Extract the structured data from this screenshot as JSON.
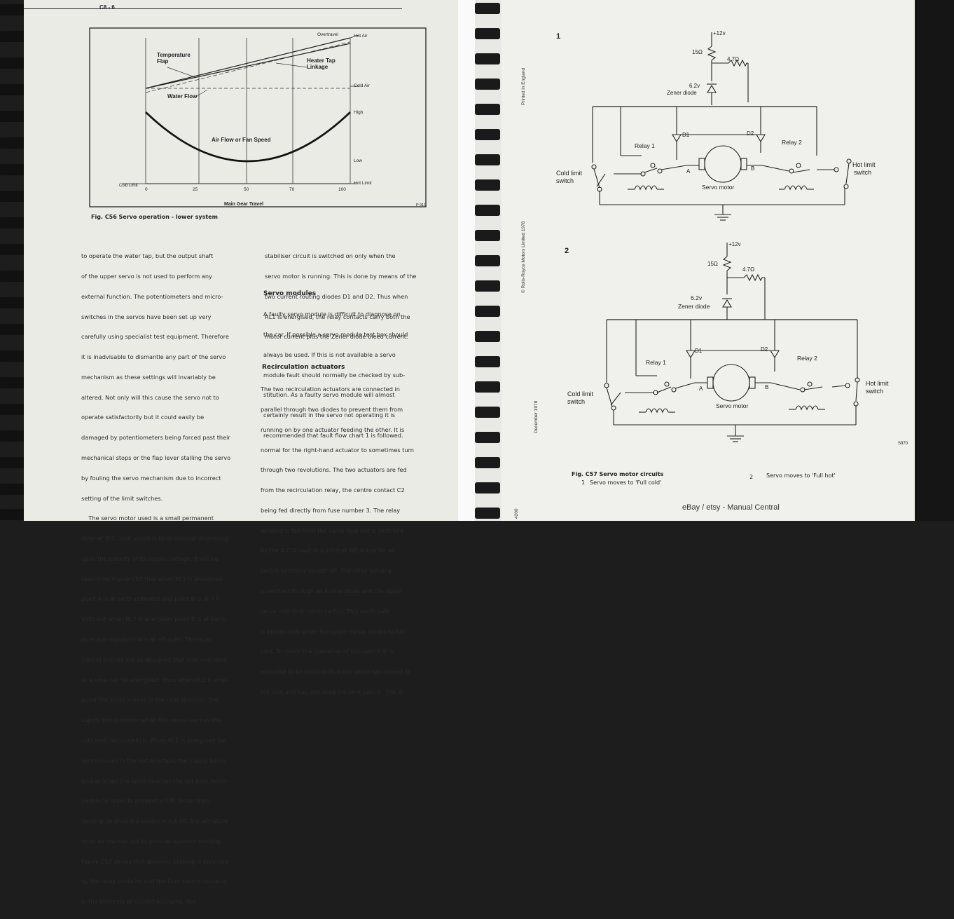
{
  "left_page": {
    "header": "C8 - 6",
    "figure": {
      "top_right_labels": [
        "Overtravel",
        "Hot Air",
        "Cold Air",
        "High",
        "Low",
        "Hot Limit"
      ],
      "left_label": "Cold Limit",
      "curve_labels": [
        "Temperature Flap",
        "Heater Tap Linkage",
        "Water Flow",
        "Air Flow or Fan Speed"
      ],
      "x_ticks": [
        "0",
        "25",
        "50",
        "70",
        "100"
      ],
      "x_label": "Main Gear Travel",
      "code": "P 911",
      "caption": "Fig. C56 Servo operation - lower system"
    },
    "col1": [
      "to operate the water tap, but the output shaft",
      "of the upper servo is not used to perform any",
      "external function. The potentiometers and micro-",
      "switches in the servos have been set up very",
      "carefully using specialist test equipment. Therefore",
      "it is inadvisable to dismantle any part of the servo",
      "mechanism as these settings will invariably be",
      "altered. Not only will this cause the servo not to",
      "operate satisfactorily but it could easily be",
      "damaged by potentiometers being forced past their",
      "mechanical stops or the flap lever stalling the servo",
      "by fouling the servo mechanism due to incorrect",
      "setting of the limit switches.",
      "    The servo motor used is a small permanent",
      "magnet D.C. unit, which is bi-directional depending",
      "upon the polarity of its supply voltage. It will be",
      "seen from Figure C57 that when RL1 is energised",
      "point A is at earth potential and point B is at +7",
      "volts but when RL2 is energised point B is at earth",
      "potential and point A is at +7 volts. The relay",
      "control circuits are so designed that only one relay",
      "at a time can be energised. Thus when RL1 is ener-",
      "gised the servo moves in the cold direction, the",
      "supply being broken when the servo reaches the",
      "cold limit micro-switch. When RL2 is energised the",
      "servo moves in the hot direction, the supply being",
      "broken when the servo reaches the hot limit micro-",
      "switch. In order to prevent a P.M. motor from",
      "running on once the supply is cut off, the armature",
      "must be shorted out to provide dynamic braking.",
      "Figure C57 shows that dynamic braking is provided",
      "by the relay contacts and the limit switch contacts.",
      "In the interests of current economy, the"
    ],
    "col2_top": [
      "stabiliser circuit is switched on only when the",
      "servo motor is running. This is done by means of the",
      "two current routing diodes D1 and D2. Thus when",
      "RL1 is energised, the relay contacts carry both the",
      "motor current plus the Zener diode bleed current."
    ],
    "heading_servo_modules": "Servo modules",
    "col2_mid": [
      "A faulty servo module is difficult to diagnose on",
      "the car. If possible a servo module test box should",
      "always be used. If this is not available a servo",
      "module fault should normally be checked by sub-",
      "stitution. As a faulty servo module will almost",
      "certainly result in the servo not operating it is",
      "recommended that fault flow chart 1 is followed."
    ],
    "heading_recirc": "Recirculation actuators",
    "col2_bottom": [
      "The two recirculation actuators are connected in",
      "parallel through two diodes to prevent them from",
      "running on by one actuator feeding the other. It is",
      "normal for the right-hand actuator to sometimes turn",
      "through two revolutions. The two actuators are fed",
      "from the recirculation relay, the centre contact C2",
      "being fed directly from fuse number 3. The relay",
      "winding is fed from the same fuse but is switched",
      "by the A.C.U. switch such that W2 is live for all",
      "switch positions except off. The relay winding",
      "is earthed through an in-line diode and the upper",
      "servo cold limit micro-switch. This earth path",
      "is broken only when the upper servo moves to full",
      "cold. To check the operation of this switch it is",
      "essential to be positive that the servo has moved to",
      "full cold and has operated the limit switch. This is"
    ]
  },
  "right_page": {
    "margin_texts": [
      "Printed in England",
      "© Rolls-Royce Motors Limited 1978",
      "December 1978",
      "4200"
    ],
    "circuit1": {
      "number": "1",
      "supply": "+12v",
      "resistor1": "15Ω",
      "resistor2": "4.7Ω",
      "zener": [
        "6.2v",
        "Zener diode"
      ],
      "d1": "D1",
      "d2": "D2",
      "relay1": "Relay 1",
      "relay2": "Relay 2",
      "cold_switch": [
        "Cold limit",
        "switch"
      ],
      "hot_switch": [
        "Hot limit",
        "switch"
      ],
      "point_a": "A",
      "point_b": "B",
      "motor": "Servo motor"
    },
    "circuit2": {
      "number": "2",
      "supply": "+12v",
      "resistor1": "15Ω",
      "resistor2": "4.7Ω",
      "zener": [
        "6.2v",
        "Zener diode"
      ],
      "d1": "D1",
      "d2": "D2",
      "relay1": "Relay 1",
      "relay2": "Relay 2",
      "cold_switch": [
        "Cold limit",
        "switch"
      ],
      "hot_switch": [
        "Hot limit",
        "switch"
      ],
      "point_a": "A",
      "point_b": "B",
      "motor": "Servo motor",
      "code": "S970"
    },
    "caption": {
      "title": "Fig. C57 Servo motor circuits",
      "item1_num": "1",
      "item1": "Servo moves to 'Full cold'",
      "item2_num": "2",
      "item2": "Servo moves to 'Full hot'"
    },
    "watermark": "eBay / etsy - Manual Central"
  }
}
